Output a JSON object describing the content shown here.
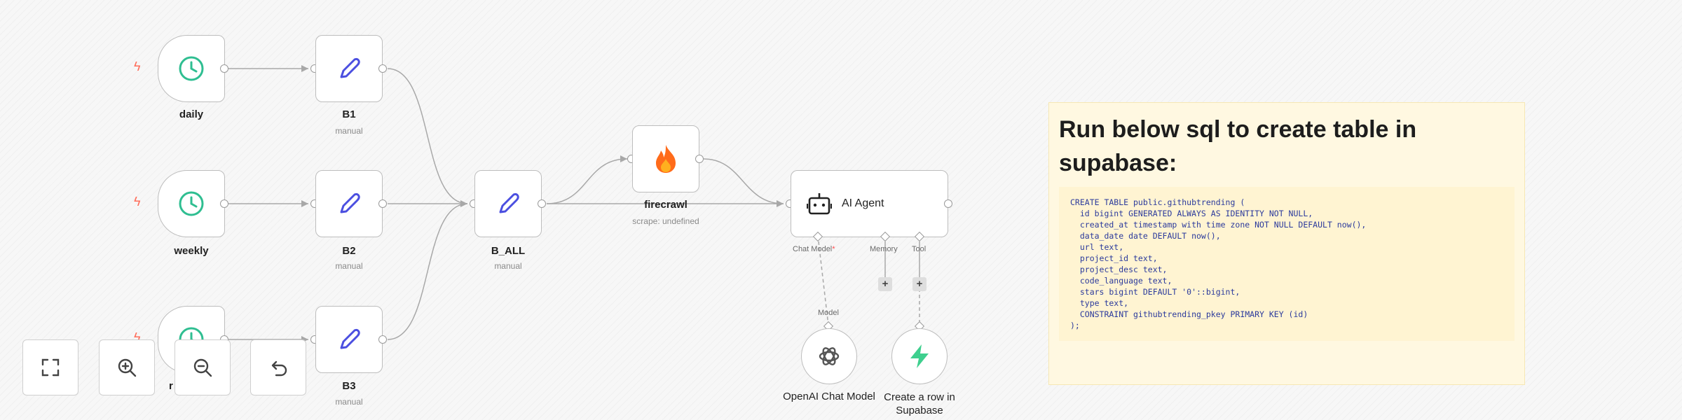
{
  "workflow": {
    "nodes": {
      "daily": {
        "label": "daily",
        "icon": "clock-icon"
      },
      "weekly": {
        "label": "weekly",
        "icon": "clock-icon"
      },
      "monthly": {
        "label": "r",
        "icon": "clock-icon"
      },
      "b1": {
        "label": "B1",
        "sub": "manual",
        "icon": "pencil-icon"
      },
      "b2": {
        "label": "B2",
        "sub": "manual",
        "icon": "pencil-icon"
      },
      "b3": {
        "label": "B3",
        "sub": "manual",
        "icon": "pencil-icon"
      },
      "b_all": {
        "label": "B_ALL",
        "sub": "manual",
        "icon": "pencil-icon"
      },
      "firecrawl": {
        "label": "firecrawl",
        "sub": "scrape: undefined",
        "icon": "flame-icon"
      },
      "ai_agent": {
        "label": "AI Agent",
        "icon": "robot-icon",
        "ports": {
          "chat_model": "Chat Model",
          "chat_model_required": "*",
          "memory": "Memory",
          "tool": "Tool"
        }
      },
      "openai": {
        "label": "OpenAI Chat Model",
        "port": "Model",
        "icon": "openai-icon"
      },
      "supabase": {
        "label_line1": "Create a row in",
        "label_line2": "Supabase",
        "icon": "supabase-bolt-icon"
      }
    }
  },
  "sticky_note": {
    "title": "Run below sql to create table in supabase:",
    "code": "CREATE TABLE public.githubtrending (\n  id bigint GENERATED ALWAYS AS IDENTITY NOT NULL,\n  created_at timestamp with time zone NOT NULL DEFAULT now(),\n  data_date date DEFAULT now(),\n  url text,\n  project_id text,\n  project_desc text,\n  code_language text,\n  stars bigint DEFAULT '0'::bigint,\n  type text,\n  CONSTRAINT githubtrending_pkey PRIMARY KEY (id)\n);"
  },
  "controls": [
    {
      "name": "fit-view-button",
      "icon": "fullscreen-icon"
    },
    {
      "name": "zoom-in-button",
      "icon": "zoom-in-icon"
    },
    {
      "name": "zoom-out-button",
      "icon": "zoom-out-icon"
    },
    {
      "name": "reset-zoom-button",
      "icon": "undo-icon"
    }
  ],
  "colors": {
    "accent_green": "#2fbe91",
    "pencil_blue": "#4b4fe0",
    "trigger_bolt": "#ff6d5a",
    "fire_orange": "#ff6b1a",
    "supabase_green": "#3ecf8e",
    "note_bg": "#fff8e1",
    "code_color": "#2b3a9c"
  }
}
